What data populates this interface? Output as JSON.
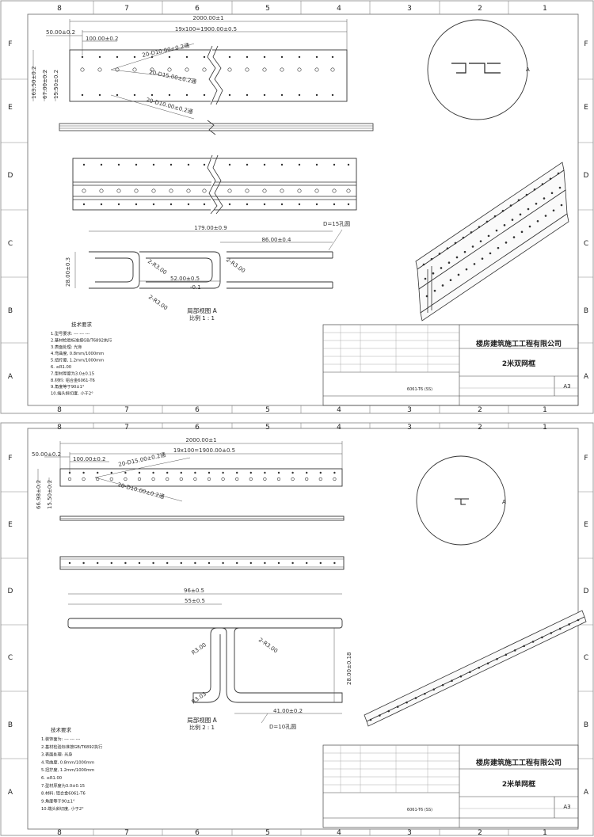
{
  "grid": {
    "columns": [
      "8",
      "7",
      "6",
      "5",
      "4",
      "3",
      "2",
      "1"
    ],
    "rows": [
      "F",
      "E",
      "D",
      "C",
      "B",
      "A"
    ]
  },
  "sheet1": {
    "dims": {
      "overall": "2000.00±1",
      "pitch": "19x100=1900.00±0.5",
      "end_offset": "50.00±0.2",
      "hole_pitch": "100.00±0.2",
      "slot_hole_1": "20-D10.00±0.2通",
      "slot_hole_2": "20-D15.00±0.2通",
      "slot_hole_3": "20-D10.00±0.2通",
      "h1": "163.50±0.2",
      "h2": "67.00±0.2",
      "h3": "15.50±0.2",
      "detail_w1": "179.00±0.9",
      "detail_w2": "86.00±0.4",
      "hole_note": "D=15孔圆",
      "detail_h": "28.00±0.3",
      "r1": "2-R3.00",
      "r2": "2-R3.00",
      "r3": "2-R3.00",
      "mid": "52.00±0.5",
      "mid_tol": "-0.1"
    },
    "detail_label": "A",
    "detail_title": "局部视图 A",
    "detail_scale": "比例 1 : 1",
    "tech_title": "技术要求",
    "tech_items": [
      "1.型号要求: --- --- ---",
      "2.基材检验标准按GB/T6892执行",
      "3.表面处理: 光身",
      "4.弯曲度, 0.8mm/1000mm",
      "5.扭拧度, 1.2mm/1000mm",
      "6.   ≤R1.00",
      "7.型材厚度为3.0±0.15",
      "8.材料: 铝合金6061-T6",
      "9.角度等于90±1°",
      "10.端头斜切度, 小于2°"
    ],
    "company": "楼房建筑施工工程有限公司",
    "drawing_name": "2米双网框",
    "material": "6061-T6 (SS)",
    "sheet_size": "A3"
  },
  "sheet2": {
    "dims": {
      "overall": "2000.00±1",
      "pitch": "19x100=1900.00±0.5",
      "end_offset": "50.00±0.2",
      "hole_pitch": "100.00±0.2",
      "slot_hole_1": "20-D15.00±0.2通",
      "slot_hole_2": "20-D10.00±0.2通",
      "h1": "66.98±0.2",
      "h2": "15.50±0.2",
      "detail_w1": "96±0.5",
      "detail_w2": "55±0.5",
      "r1": "R3.00",
      "r2": "2-R3.00",
      "r3": "R3.03",
      "detail_h": "28.00±0.18",
      "bottom_w": "41.00±0.2",
      "hole_note": "D=10孔圆"
    },
    "detail_label": "A",
    "detail_title": "局部视图 A",
    "detail_scale": "比例 2 : 1",
    "tech_title": "技术要求",
    "tech_items": [
      "1.装饰面为: --- --- ---",
      "2.基材检验标准按GB/T6892执行",
      "3.表面处理: 光身",
      "4.弯曲度, 0.8mm/1000mm",
      "5.扭拧度, 1.2mm/1000mm",
      "6.   ≤R1.00",
      "7.型材厚度为3.0±0.15",
      "8.材料: 铝合金6061-T6",
      "9.角度等于90±1°",
      "10.端头斜切度, 小于2°"
    ],
    "company": "楼房建筑施工工程有限公司",
    "drawing_name": "2米单网框",
    "material": "6061-T6 (SS)",
    "sheet_size": "A3"
  }
}
